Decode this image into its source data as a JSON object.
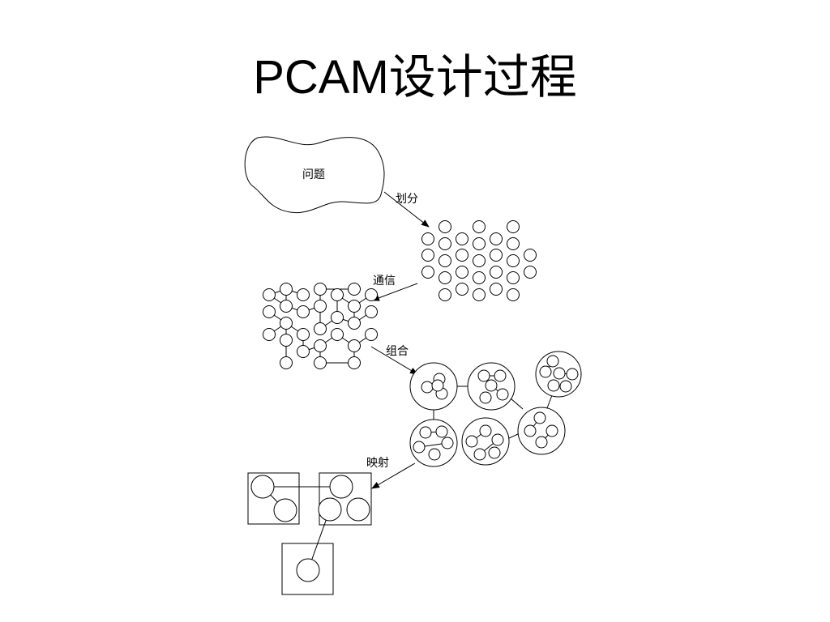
{
  "slide": {
    "title": "PCAM设计过程"
  },
  "diagram": {
    "problem_label": "问题",
    "steps": [
      {
        "label": "划分"
      },
      {
        "label": "通信"
      },
      {
        "label": "组合"
      },
      {
        "label": "映射"
      }
    ]
  }
}
